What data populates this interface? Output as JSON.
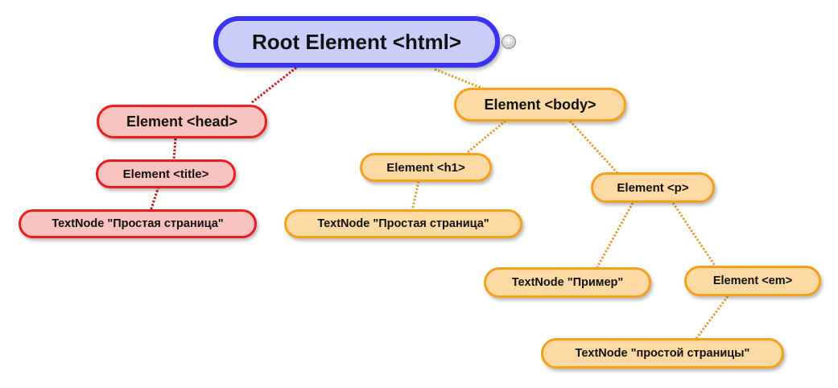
{
  "colors": {
    "root_fill": "#c9cdf7",
    "root_border": "#3a33f2",
    "head_fill": "#f9c3c0",
    "head_border": "#ee1c1c",
    "body_fill": "#fdd9a4",
    "body_border": "#f7a11a"
  },
  "tree": {
    "root": {
      "label": "Root Element <html>"
    },
    "head": {
      "label": "Element <head>"
    },
    "title": {
      "label": "Element <title>"
    },
    "title_text": {
      "label": "TextNode \"Простая страница\""
    },
    "body": {
      "label": "Element <body>"
    },
    "h1": {
      "label": "Element <h1>"
    },
    "h1_text": {
      "label": "TextNode \"Простая страница\""
    },
    "p": {
      "label": "Element <p>"
    },
    "p_text": {
      "label": "TextNode \"Пример\""
    },
    "em": {
      "label": "Element <em>"
    },
    "em_text": {
      "label": "TextNode \"простой страницы\""
    }
  },
  "expand_icon": "plus-circle-icon",
  "expand_glyph": "+"
}
